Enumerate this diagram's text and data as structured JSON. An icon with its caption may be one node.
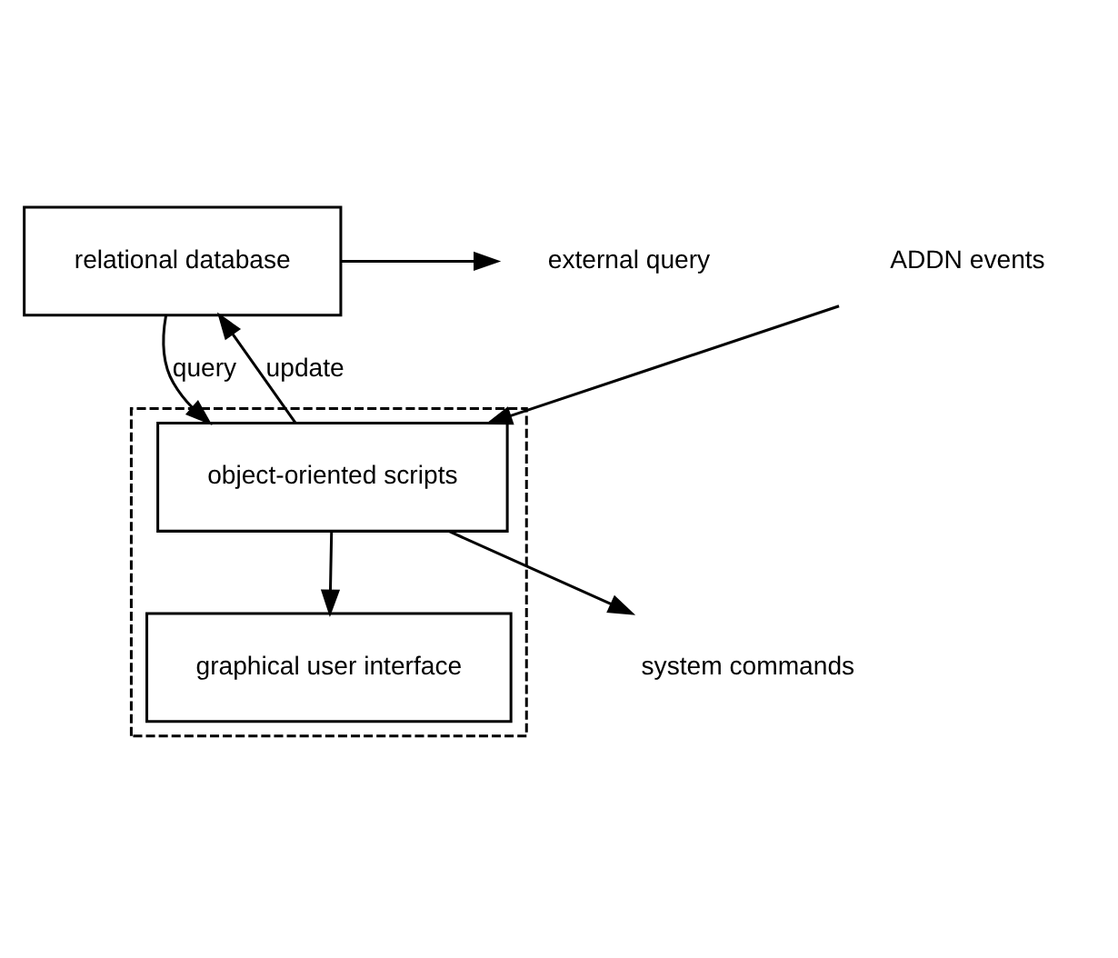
{
  "diagram": {
    "nodes": [
      {
        "text": [
          "relational database"
        ]
      },
      {
        "text": [],
        "shape": "box"
      },
      {
        "text": [
          "object-oriented scripts"
        ],
        "in": 1
      },
      {
        "text": [
          "graphical user interface"
        ],
        "in": 1
      },
      {
        "text": [
          "external query"
        ]
      },
      {
        "text": [
          "ADDN events"
        ]
      },
      {
        "text": [
          "system commands"
        ]
      }
    ],
    "edges": [
      {
        "from": 0,
        "to": 4,
        "arrow": "to"
      },
      {
        "from": 0,
        "to": 2,
        "arrow": "to",
        "label": "query"
      },
      {
        "from": 2,
        "to": 0,
        "arrow": "to",
        "label": "update"
      },
      {
        "from": 5,
        "to": 2,
        "arrow": "to"
      },
      {
        "from": 2,
        "to": 6,
        "arrow": "to"
      },
      {
        "from": 2,
        "to": 3,
        "arrow": "to"
      }
    ]
  }
}
